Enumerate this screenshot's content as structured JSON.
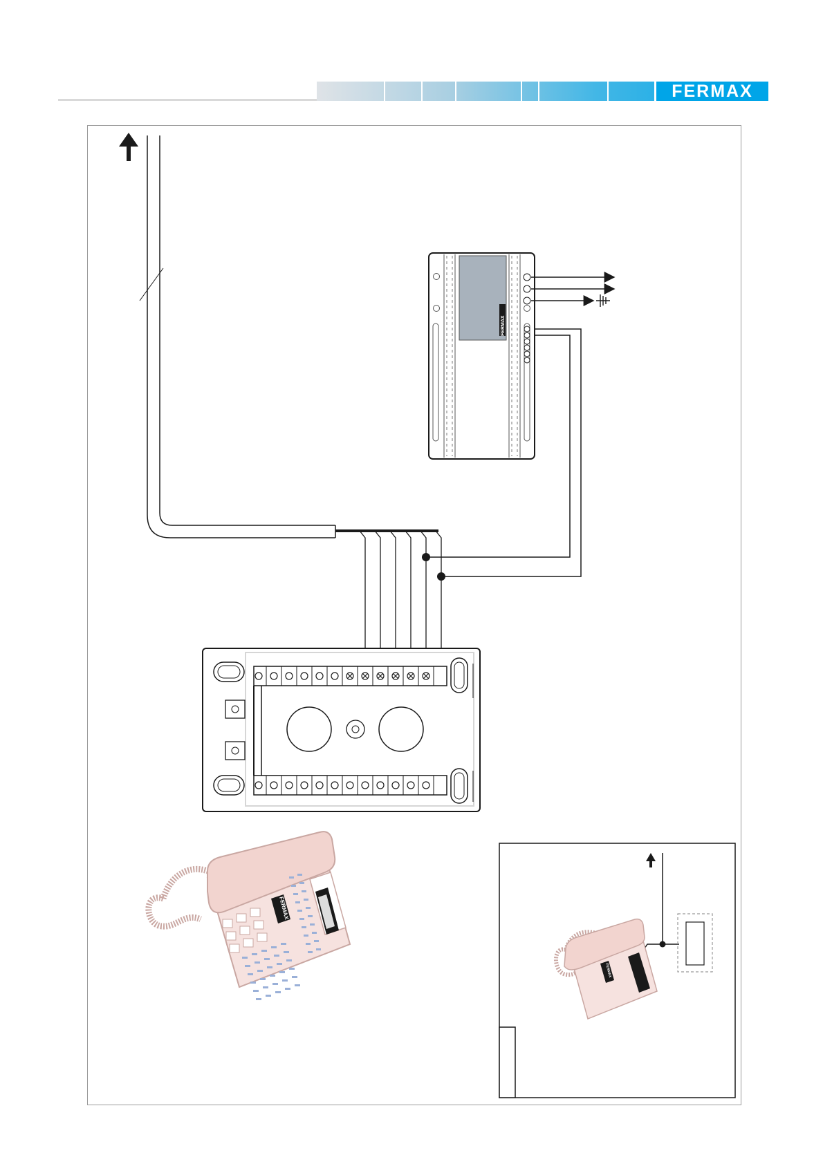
{
  "header": {
    "brand": "FERMAX",
    "colors": {
      "band_start": "#dfe3e7",
      "band_end": "#00a5e8",
      "brand_bg": "#00a5e8"
    }
  },
  "diagram": {
    "psu_logo": "FERMAX",
    "phone_logo": "FERMAX",
    "inset_phone_logo": "FERMAX",
    "colors": {
      "line": "#1a1a1a",
      "phone_tint": "#f2d4cf",
      "phone_outline": "#c9a7a2",
      "key_blue": "#9ab0d8"
    }
  }
}
